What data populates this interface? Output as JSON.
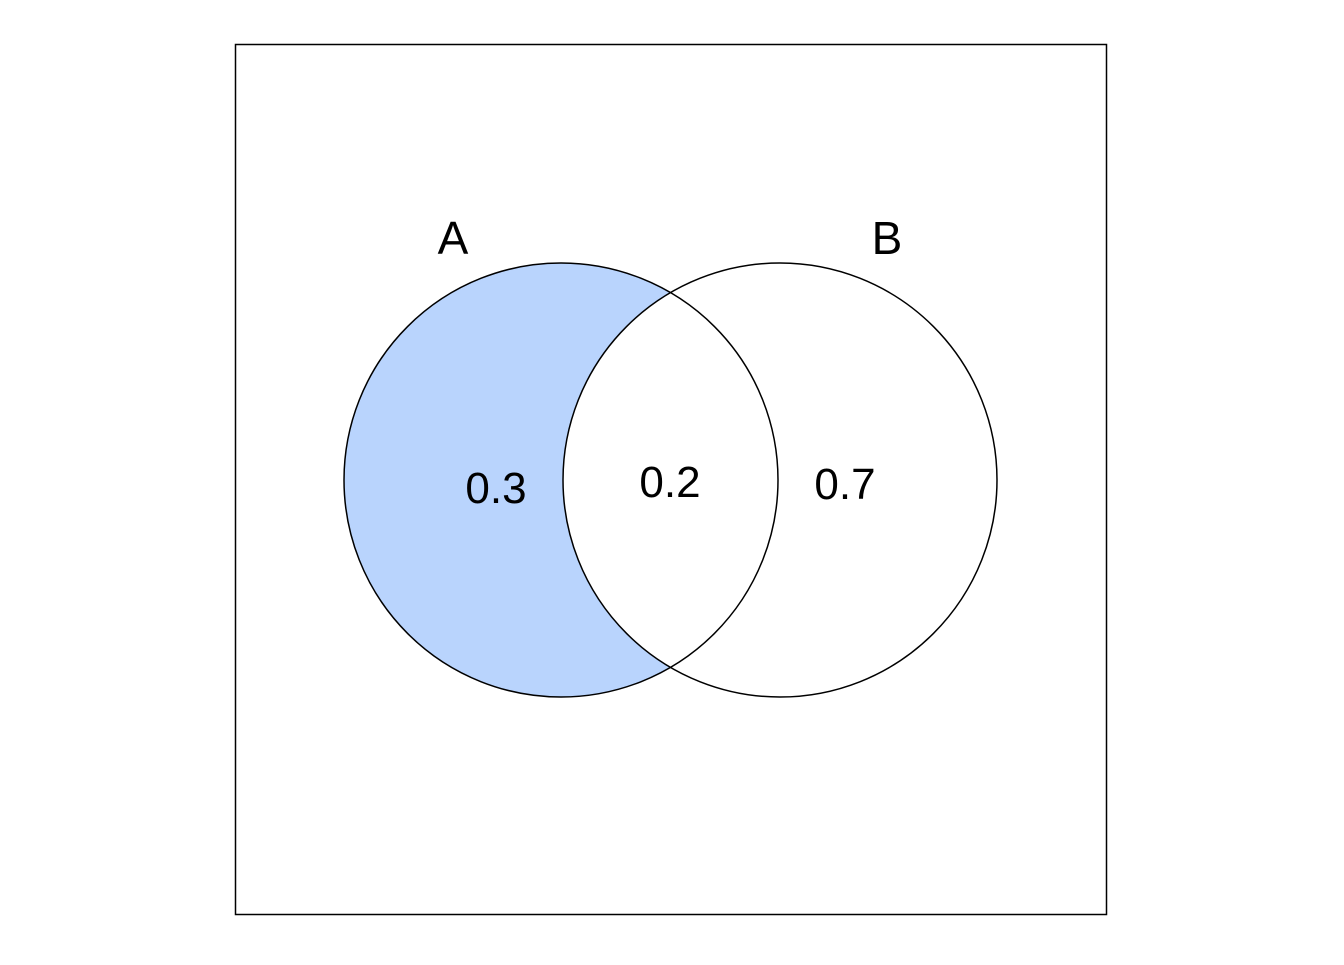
{
  "diagram": {
    "type": "venn",
    "sets": [
      {
        "id": "A",
        "label": "A"
      },
      {
        "id": "B",
        "label": "B"
      }
    ],
    "regions": {
      "a_only": "0.3",
      "a_and_b": "0.2",
      "b_only": "0.7"
    },
    "highlighted_region": "a_only",
    "colors": {
      "highlight_fill": "#b9d4fd",
      "outline": "#000000",
      "background": "#ffffff"
    }
  }
}
